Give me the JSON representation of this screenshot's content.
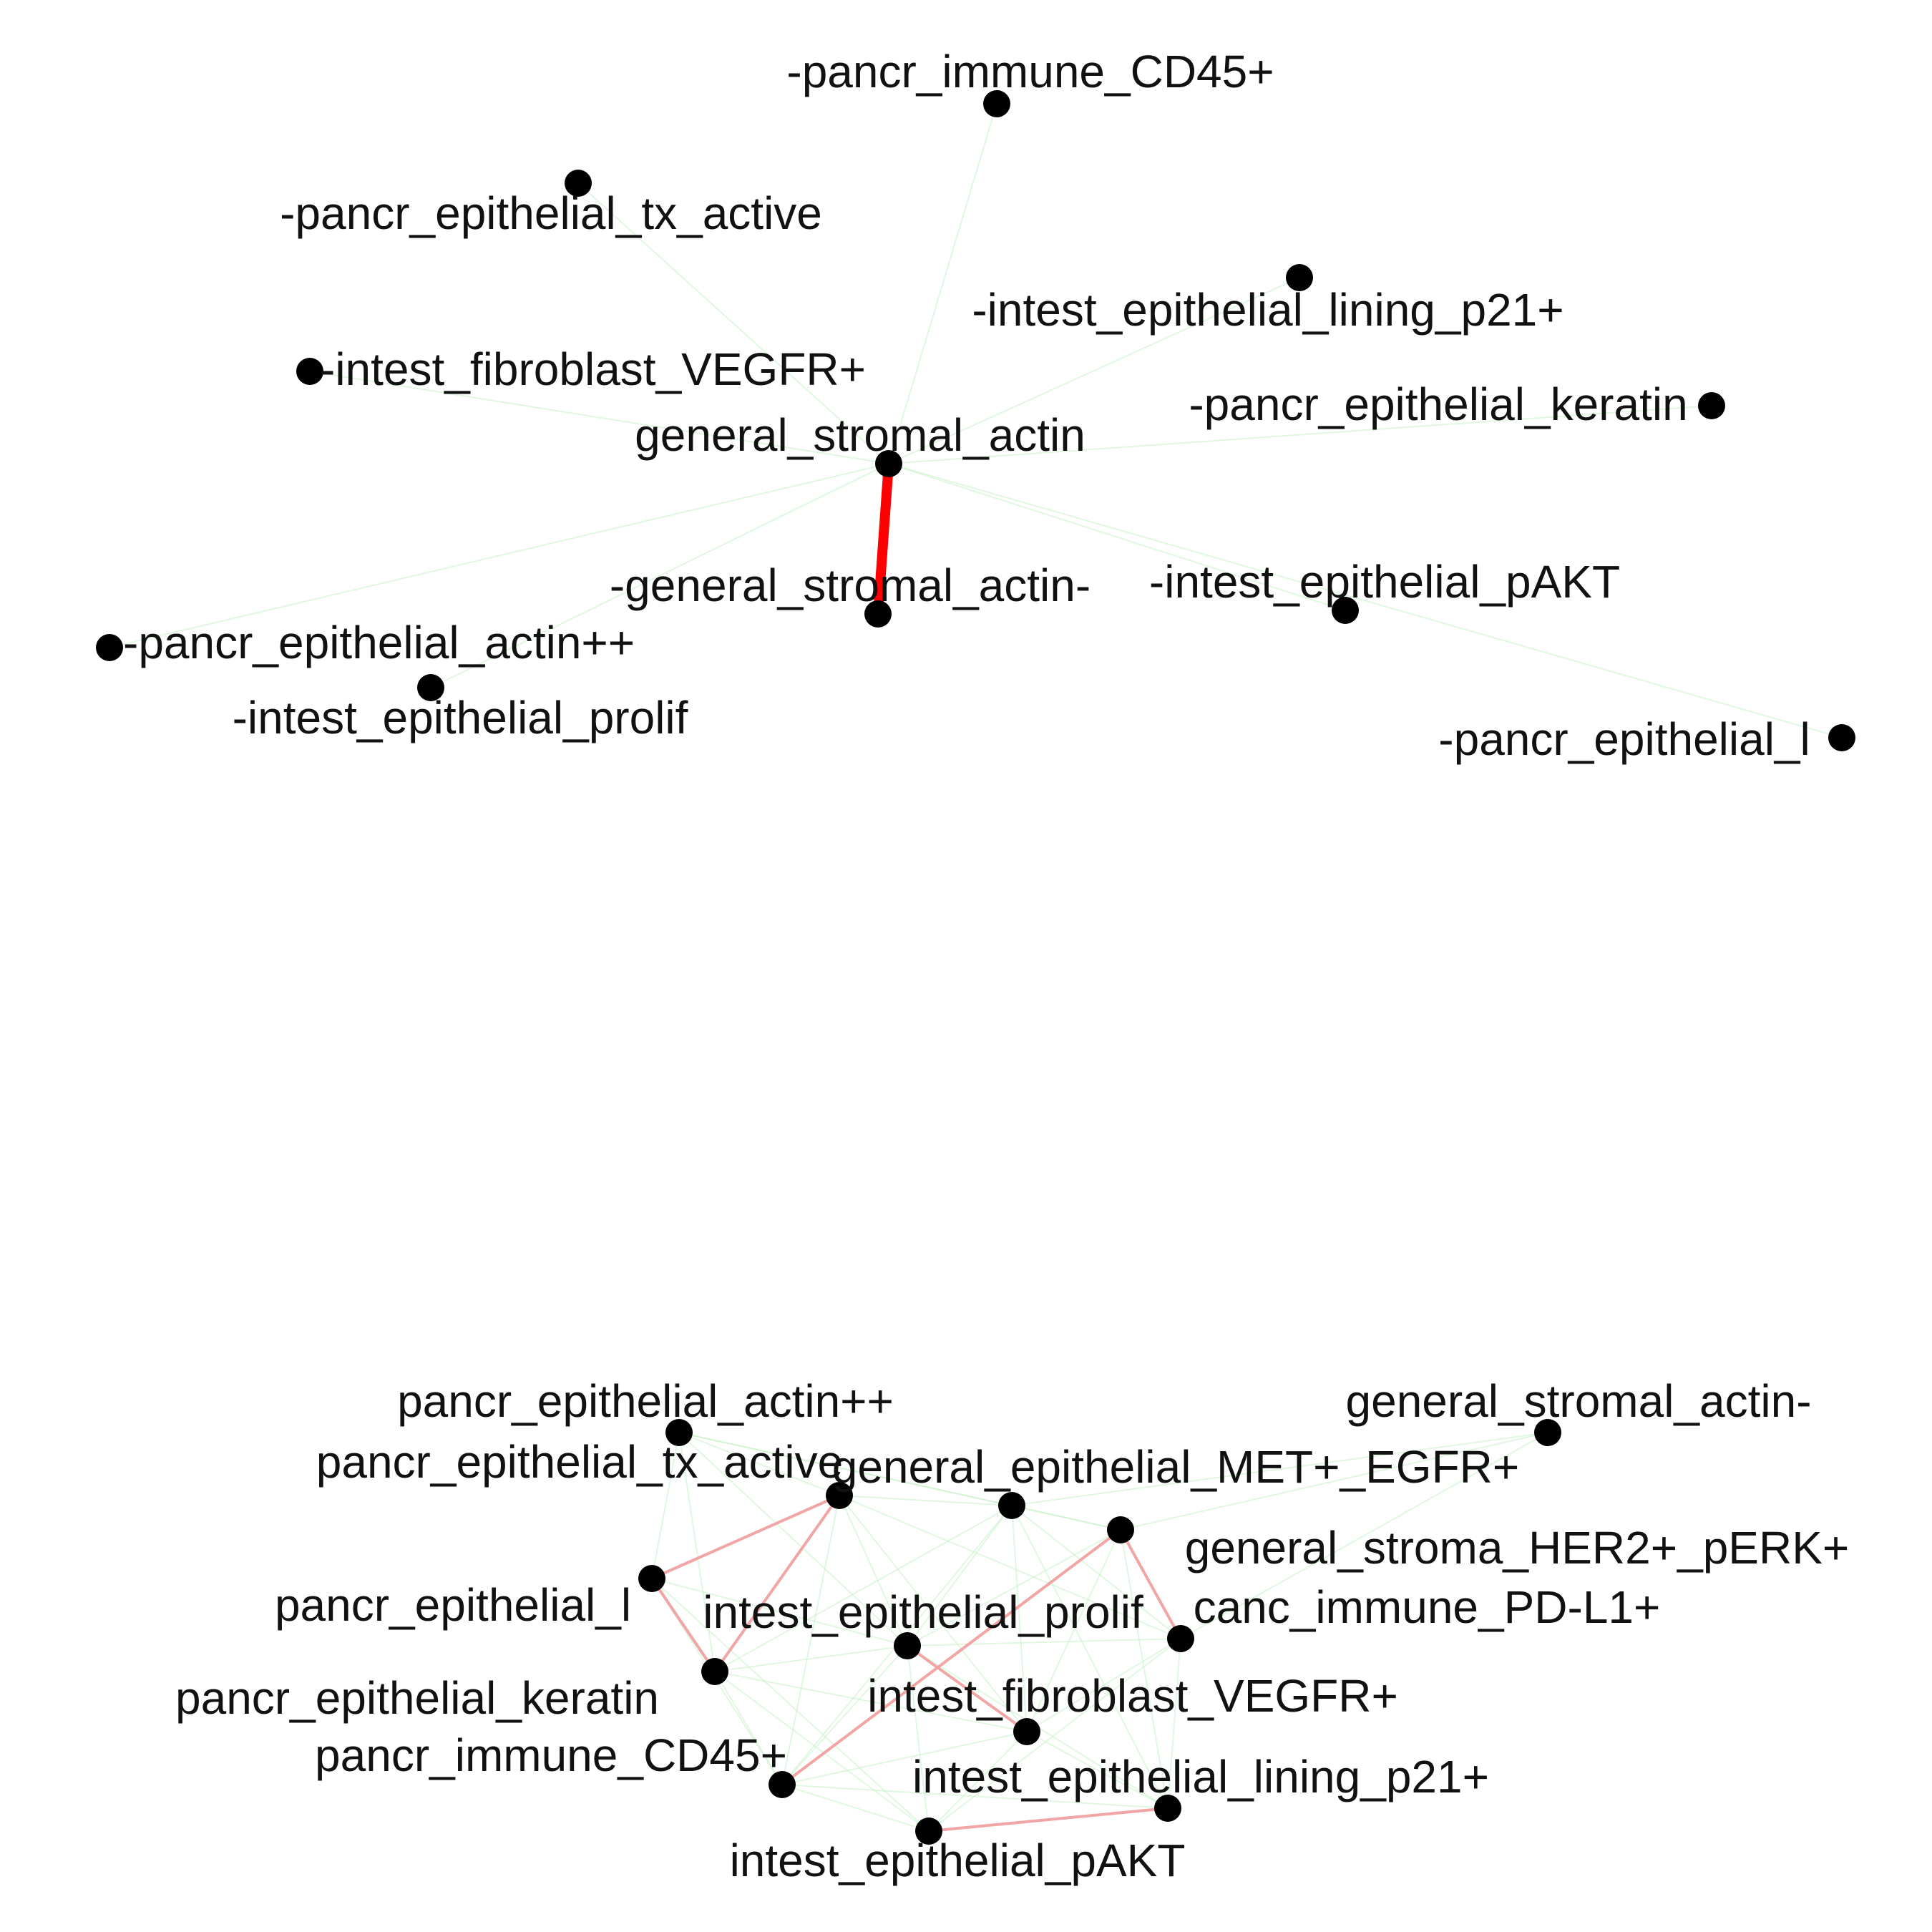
{
  "colors": {
    "background": "#ffffff",
    "node": "#000000",
    "weak_positive_edge": "#c8f0c8",
    "negative_edge": "#f0a0a0",
    "strong_negative_edge": "#ff0000"
  },
  "graphs": [
    {
      "id": "top",
      "nodes": [
        {
          "id": "n_cd45",
          "label": "-pancr_immune_CD45+"
        },
        {
          "id": "n_txactive",
          "label": "-pancr_epithelial_tx_active"
        },
        {
          "id": "n_p21",
          "label": "-intest_epithelial_lining_p21+"
        },
        {
          "id": "n_vegfr",
          "label": "-intest_fibroblast_VEGFR+"
        },
        {
          "id": "n_keratin",
          "label": "-pancr_epithelial_keratin"
        },
        {
          "id": "n_gsa",
          "label": "general_stromal_actin"
        },
        {
          "id": "n_gsaminus",
          "label": "-general_stromal_actin-"
        },
        {
          "id": "n_pakt",
          "label": "-intest_epithelial_pAKT"
        },
        {
          "id": "n_actin",
          "label": "-pancr_epithelial_actin++"
        },
        {
          "id": "n_prolif",
          "label": "-intest_epithelial_prolif"
        },
        {
          "id": "n_pel",
          "label": "-pancr_epithelial_l"
        }
      ],
      "edges": [
        {
          "source": "n_gsa",
          "target": "n_gsaminus",
          "kind": "strong_negative"
        },
        {
          "source": "n_gsa",
          "target": "n_cd45",
          "kind": "weak_positive"
        },
        {
          "source": "n_gsa",
          "target": "n_txactive",
          "kind": "weak_positive"
        },
        {
          "source": "n_gsa",
          "target": "n_p21",
          "kind": "weak_positive"
        },
        {
          "source": "n_gsa",
          "target": "n_vegfr",
          "kind": "weak_positive"
        },
        {
          "source": "n_gsa",
          "target": "n_keratin",
          "kind": "weak_positive"
        },
        {
          "source": "n_gsa",
          "target": "n_pakt",
          "kind": "weak_positive"
        },
        {
          "source": "n_gsa",
          "target": "n_actin",
          "kind": "weak_positive"
        },
        {
          "source": "n_gsa",
          "target": "n_prolif",
          "kind": "weak_positive"
        },
        {
          "source": "n_gsa",
          "target": "n_pel",
          "kind": "weak_positive"
        }
      ]
    },
    {
      "id": "bottom",
      "nodes": [
        {
          "id": "m_actin",
          "label": "pancr_epithelial_actin++"
        },
        {
          "id": "m_gsaminus",
          "label": "general_stromal_actin-"
        },
        {
          "id": "m_txactive",
          "label": "pancr_epithelial_tx_active"
        },
        {
          "id": "m_metegfr",
          "label": "general_epithelial_MET+_EGFR+"
        },
        {
          "id": "m_her2",
          "label": "general_stroma_HER2+_pERK+"
        },
        {
          "id": "m_pel",
          "label": "pancr_epithelial_l"
        },
        {
          "id": "m_prolif",
          "label": "intest_epithelial_prolif"
        },
        {
          "id": "m_pdl1",
          "label": "canc_immune_PD-L1+"
        },
        {
          "id": "m_keratin",
          "label": "pancr_epithelial_keratin"
        },
        {
          "id": "m_vegfr",
          "label": "intest_fibroblast_VEGFR+"
        },
        {
          "id": "m_cd45",
          "label": "pancr_immune_CD45+"
        },
        {
          "id": "m_p21",
          "label": "intest_epithelial_lining_p21+"
        },
        {
          "id": "m_pakt",
          "label": "intest_epithelial_pAKT"
        }
      ],
      "edges": [
        {
          "source": "m_txactive",
          "target": "m_pel",
          "kind": "negative"
        },
        {
          "source": "m_txactive",
          "target": "m_keratin",
          "kind": "negative"
        },
        {
          "source": "m_pel",
          "target": "m_keratin",
          "kind": "negative"
        },
        {
          "source": "m_her2",
          "target": "m_cd45",
          "kind": "negative"
        },
        {
          "source": "m_her2",
          "target": "m_pdl1",
          "kind": "negative"
        },
        {
          "source": "m_prolif",
          "target": "m_vegfr",
          "kind": "negative"
        },
        {
          "source": "m_pakt",
          "target": "m_p21",
          "kind": "negative"
        },
        {
          "source": "m_actin",
          "target": "m_txactive",
          "kind": "weak_positive"
        },
        {
          "source": "m_actin",
          "target": "m_metegfr",
          "kind": "weak_positive"
        },
        {
          "source": "m_actin",
          "target": "m_prolif",
          "kind": "weak_positive"
        },
        {
          "source": "m_actin",
          "target": "m_pel",
          "kind": "weak_positive"
        },
        {
          "source": "m_actin",
          "target": "m_keratin",
          "kind": "weak_positive"
        },
        {
          "source": "m_actin",
          "target": "m_her2",
          "kind": "weak_positive"
        },
        {
          "source": "m_gsaminus",
          "target": "m_metegfr",
          "kind": "weak_positive"
        },
        {
          "source": "m_gsaminus",
          "target": "m_her2",
          "kind": "weak_positive"
        },
        {
          "source": "m_gsaminus",
          "target": "m_pdl1",
          "kind": "weak_positive"
        },
        {
          "source": "m_txactive",
          "target": "m_metegfr",
          "kind": "weak_positive"
        },
        {
          "source": "m_txactive",
          "target": "m_prolif",
          "kind": "weak_positive"
        },
        {
          "source": "m_txactive",
          "target": "m_vegfr",
          "kind": "weak_positive"
        },
        {
          "source": "m_txactive",
          "target": "m_cd45",
          "kind": "weak_positive"
        },
        {
          "source": "m_txactive",
          "target": "m_pdl1",
          "kind": "weak_positive"
        },
        {
          "source": "m_metegfr",
          "target": "m_her2",
          "kind": "weak_positive"
        },
        {
          "source": "m_metegfr",
          "target": "m_prolif",
          "kind": "weak_positive"
        },
        {
          "source": "m_metegfr",
          "target": "m_pdl1",
          "kind": "weak_positive"
        },
        {
          "source": "m_metegfr",
          "target": "m_vegfr",
          "kind": "weak_positive"
        },
        {
          "source": "m_metegfr",
          "target": "m_keratin",
          "kind": "weak_positive"
        },
        {
          "source": "m_metegfr",
          "target": "m_cd45",
          "kind": "weak_positive"
        },
        {
          "source": "m_metegfr",
          "target": "m_p21",
          "kind": "weak_positive"
        },
        {
          "source": "m_her2",
          "target": "m_prolif",
          "kind": "weak_positive"
        },
        {
          "source": "m_her2",
          "target": "m_vegfr",
          "kind": "weak_positive"
        },
        {
          "source": "m_her2",
          "target": "m_p21",
          "kind": "weak_positive"
        },
        {
          "source": "m_pel",
          "target": "m_prolif",
          "kind": "weak_positive"
        },
        {
          "source": "m_pel",
          "target": "m_cd45",
          "kind": "weak_positive"
        },
        {
          "source": "m_pel",
          "target": "m_pakt",
          "kind": "weak_positive"
        },
        {
          "source": "m_prolif",
          "target": "m_pdl1",
          "kind": "weak_positive"
        },
        {
          "source": "m_prolif",
          "target": "m_keratin",
          "kind": "weak_positive"
        },
        {
          "source": "m_prolif",
          "target": "m_cd45",
          "kind": "weak_positive"
        },
        {
          "source": "m_prolif",
          "target": "m_p21",
          "kind": "weak_positive"
        },
        {
          "source": "m_prolif",
          "target": "m_pakt",
          "kind": "weak_positive"
        },
        {
          "source": "m_pdl1",
          "target": "m_vegfr",
          "kind": "weak_positive"
        },
        {
          "source": "m_pdl1",
          "target": "m_p21",
          "kind": "weak_positive"
        },
        {
          "source": "m_pdl1",
          "target": "m_pakt",
          "kind": "weak_positive"
        },
        {
          "source": "m_keratin",
          "target": "m_vegfr",
          "kind": "weak_positive"
        },
        {
          "source": "m_keratin",
          "target": "m_cd45",
          "kind": "weak_positive"
        },
        {
          "source": "m_keratin",
          "target": "m_pakt",
          "kind": "weak_positive"
        },
        {
          "source": "m_vegfr",
          "target": "m_cd45",
          "kind": "weak_positive"
        },
        {
          "source": "m_vegfr",
          "target": "m_p21",
          "kind": "weak_positive"
        },
        {
          "source": "m_vegfr",
          "target": "m_pakt",
          "kind": "weak_positive"
        },
        {
          "source": "m_cd45",
          "target": "m_pakt",
          "kind": "weak_positive"
        },
        {
          "source": "m_cd45",
          "target": "m_p21",
          "kind": "weak_positive"
        }
      ]
    }
  ]
}
